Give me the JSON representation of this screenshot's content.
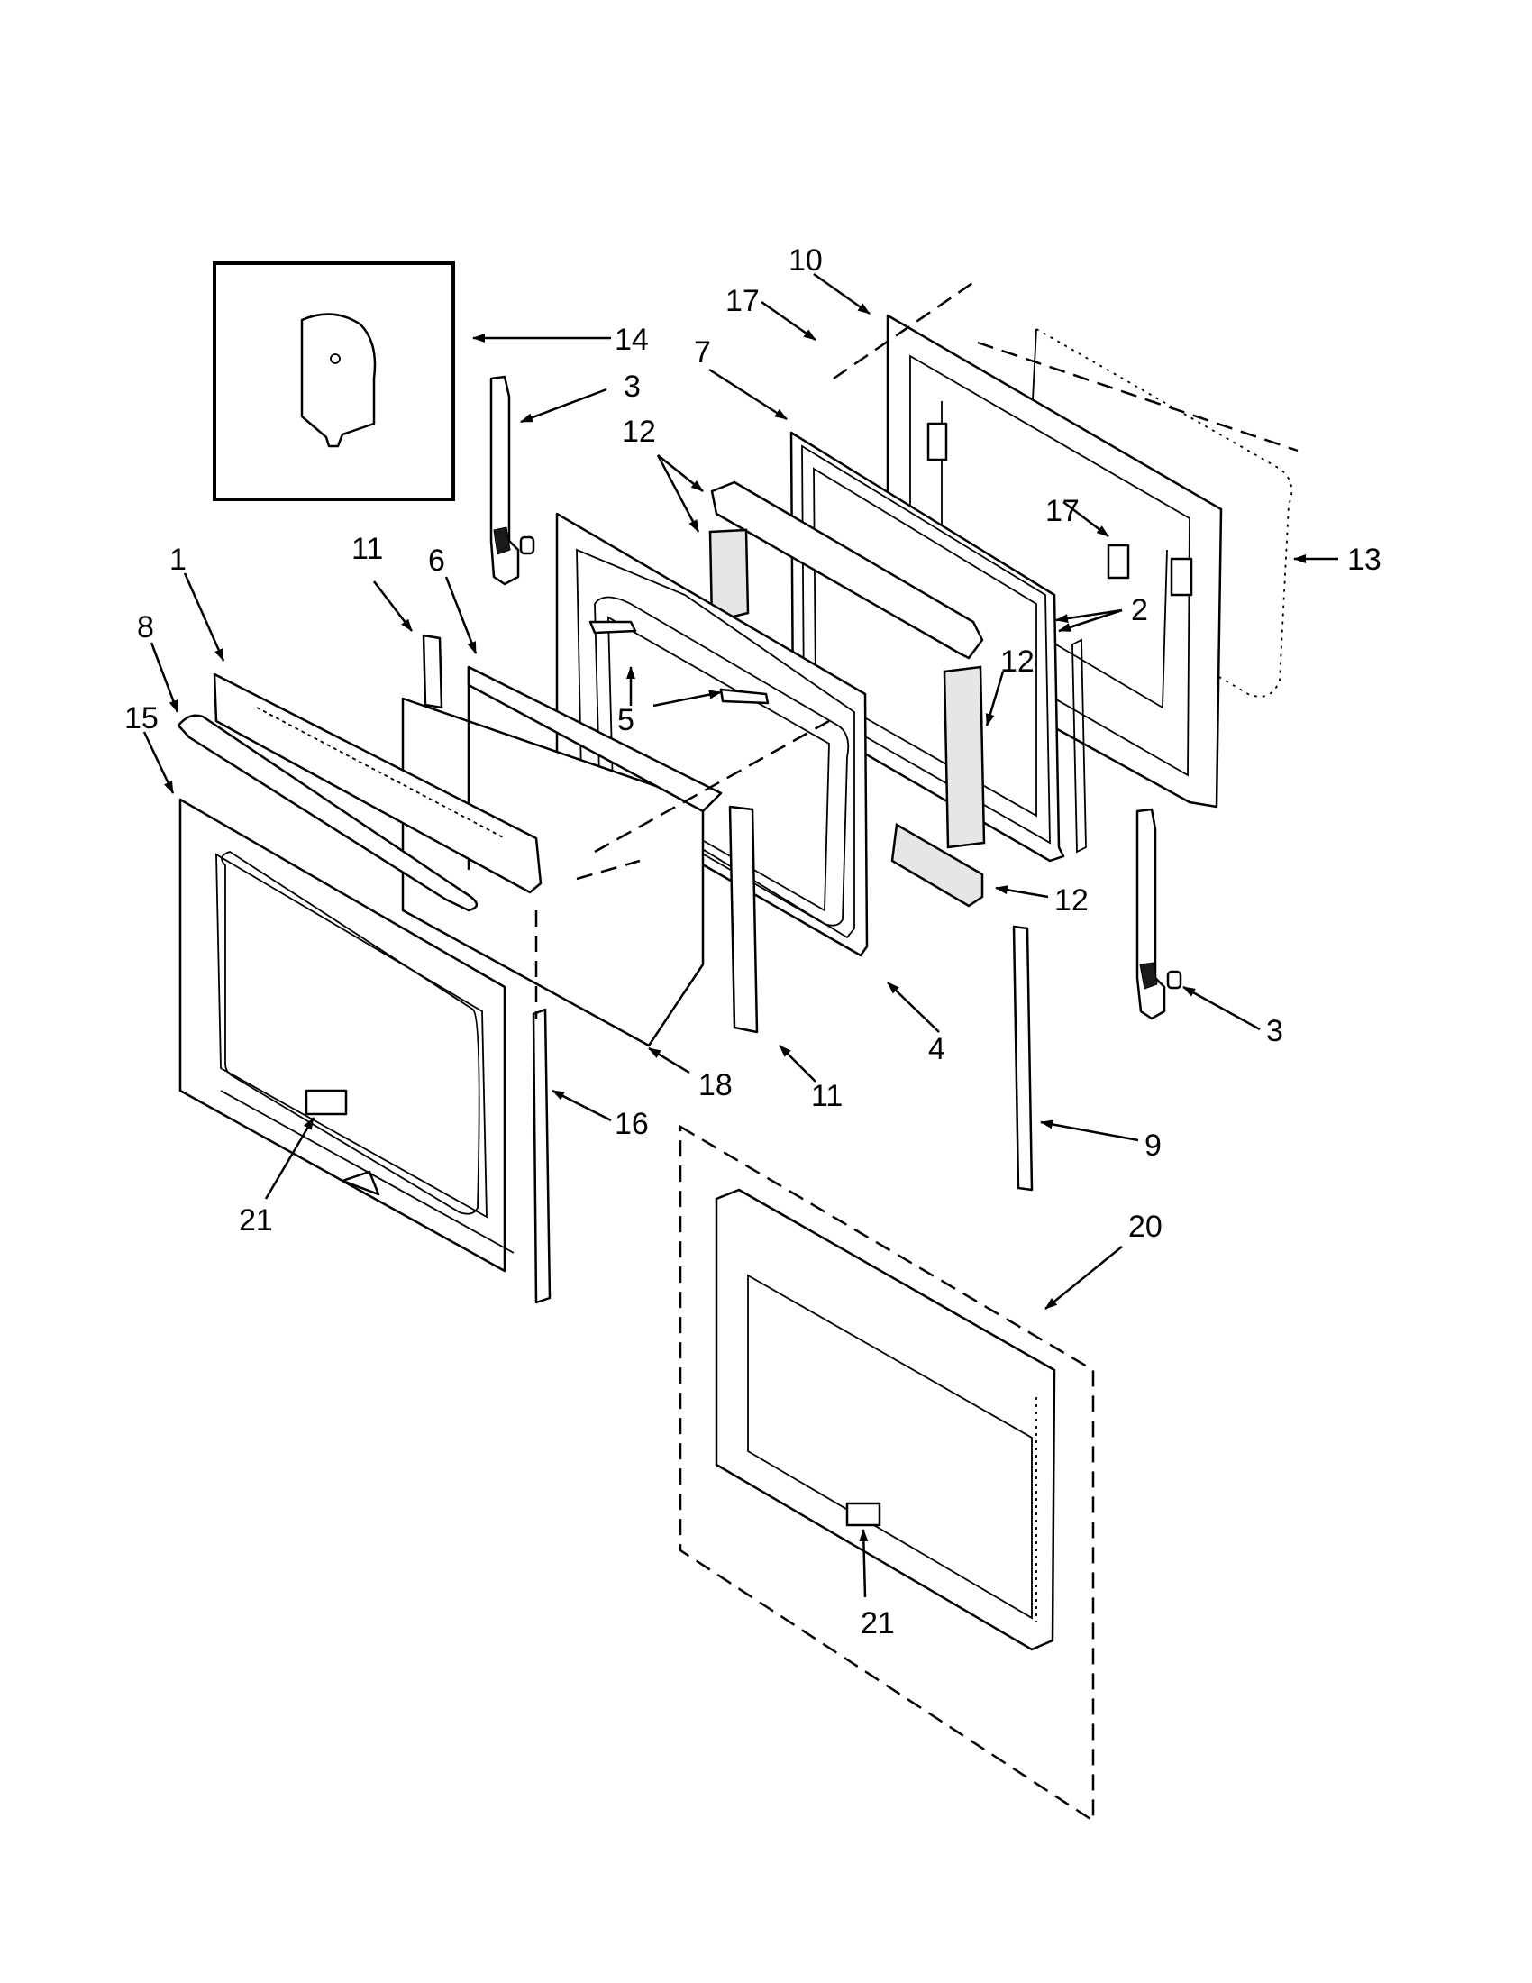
{
  "callouts": {
    "c1": "1",
    "c2": "2",
    "c3a": "3",
    "c3b": "3",
    "c4": "4",
    "c5": "5",
    "c6": "6",
    "c7": "7",
    "c8": "8",
    "c9": "9",
    "c10": "10",
    "c11a": "11",
    "c11b": "11",
    "c12a": "12",
    "c12b": "12",
    "c12c": "12",
    "c13": "13",
    "c14": "14",
    "c15": "15",
    "c16": "16",
    "c17a": "17",
    "c17b": "17",
    "c18": "18",
    "c20": "20",
    "c21a": "21",
    "c21b": "21"
  },
  "colors": {
    "line": "#000000",
    "background": "#ffffff",
    "shade": "#e6e6e6"
  }
}
